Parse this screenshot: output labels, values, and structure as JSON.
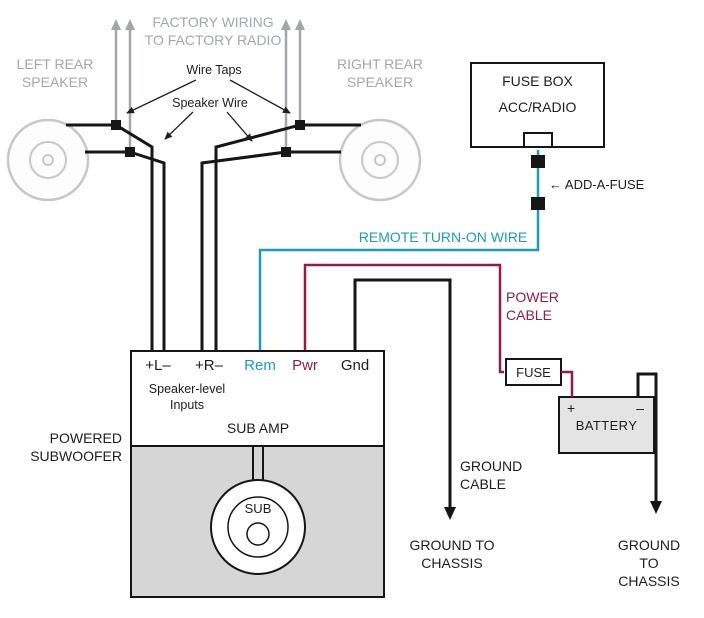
{
  "colors": {
    "factory_gray": "#a3a7a9",
    "remote_teal": "#1e9cb5",
    "power_maroon": "#8e1f42",
    "wire_black": "#161616",
    "amp_gray": "#d6d6d6"
  },
  "labels": {
    "factory_wiring": "FACTORY WIRING\nTO FACTORY RADIO",
    "left_rear_speaker": "LEFT REAR\nSPEAKER",
    "right_rear_speaker": "RIGHT REAR\nSPEAKER",
    "wire_taps": "Wire Taps",
    "speaker_wire": "Speaker Wire",
    "add_a_fuse": "← ADD-A-FUSE",
    "remote_turn_on": "REMOTE TURN-ON WIRE",
    "power_cable": "POWER\nCABLE",
    "ground_cable": "GROUND\nCABLE",
    "ground_to_chassis_left": "GROUND TO\nCHASSIS",
    "ground_to_chassis_right": "GROUND TO\nCHASSIS",
    "powered_subwoofer": "POWERED\nSUBWOOFER",
    "sub_amp": "SUB AMP",
    "sub": "SUB",
    "speaker_level_inputs": "Speaker-level\nInputs"
  },
  "fuse_box": {
    "title": "FUSE BOX",
    "circuit": "ACC/RADIO"
  },
  "inline_fuse": {
    "label": "FUSE"
  },
  "battery": {
    "name": "BATTERY",
    "plus": "+",
    "minus": "–"
  },
  "amp": {
    "terminals": [
      {
        "label": "+L–",
        "color": "black"
      },
      {
        "label": "+R–",
        "color": "black"
      },
      {
        "label": "Rem",
        "color": "teal"
      },
      {
        "label": "Pwr",
        "color": "maroon"
      },
      {
        "label": "Gnd",
        "color": "black"
      }
    ]
  }
}
